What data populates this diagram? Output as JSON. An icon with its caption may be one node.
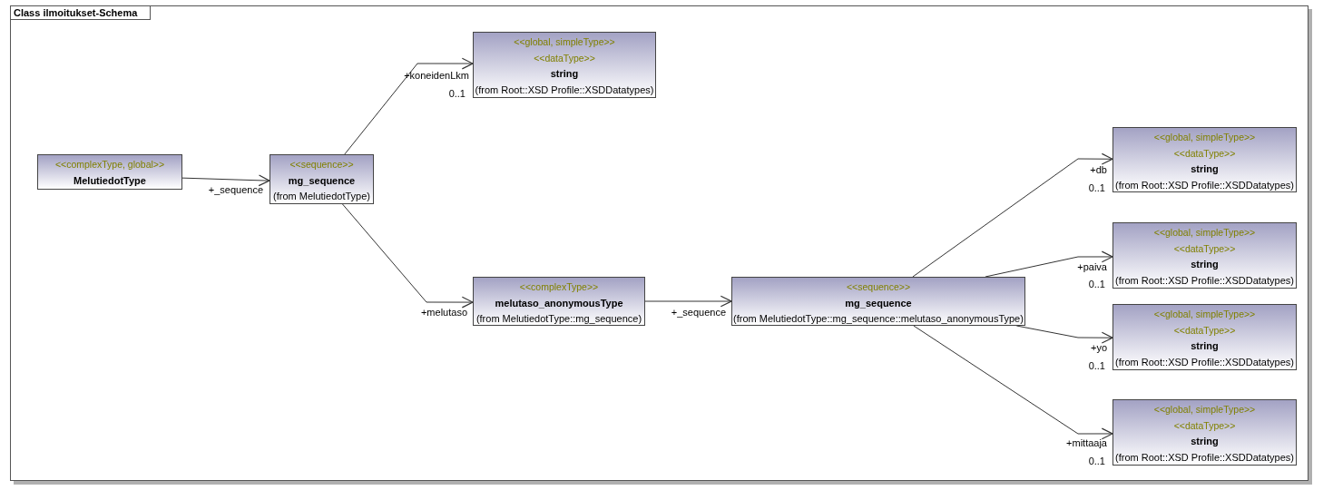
{
  "diagram": {
    "nodes": [
      {
        "text": [
          "Class ilmoitukset-Schema"
        ]
      },
      {
        "text": [
          "<<complexType, global>>",
          "MelutiedotType"
        ],
        "in": 0
      },
      {
        "text": [
          "<<sequence>>",
          "mg_sequence",
          "(from MelutiedotType)"
        ],
        "in": 0
      },
      {
        "text": [
          "<<global, simpleType>>",
          "<<dataType>>",
          "string",
          "(from Root::XSD Profile::XSDDatatypes)"
        ],
        "beside": [
          "0..1"
        ],
        "in": 0
      },
      {
        "text": [
          "<<complexType>>",
          "melutaso_anonymousType",
          "(from MelutiedotType::mg_sequence)"
        ],
        "in": 0
      },
      {
        "text": [
          "<<sequence>>",
          "mg_sequence",
          "(from MelutiedotType::mg_sequence::melutaso_anonymousType)"
        ],
        "in": 0
      },
      {
        "text": [
          "<<global, simpleType>>",
          "<<dataType>>",
          "string",
          "(from Root::XSD Profile::XSDDatatypes)"
        ],
        "beside": [
          "0..1"
        ],
        "in": 0
      },
      {
        "text": [
          "<<global, simpleType>>",
          "<<dataType>>",
          "string",
          "(from Root::XSD Profile::XSDDatatypes)"
        ],
        "beside": [
          "0..1"
        ],
        "in": 0
      },
      {
        "text": [
          "<<global, simpleType>>",
          "<<dataType>>",
          "string",
          "(from Root::XSD Profile::XSDDatatypes)"
        ],
        "beside": [
          "0..1"
        ],
        "in": 0
      },
      {
        "text": [
          "<<global, simpleType>>",
          "<<dataType>>",
          "string",
          "(from Root::XSD Profile::XSDDatatypes)"
        ],
        "beside": [
          "0..1"
        ],
        "in": 0
      }
    ],
    "edges": [
      {
        "from": 1,
        "to": 2,
        "arrow": "to",
        "label": "+_sequence"
      },
      {
        "from": 2,
        "to": 3,
        "arrow": "to",
        "label": "+koneidenLkm"
      },
      {
        "from": 2,
        "to": 4,
        "arrow": "to",
        "label": "+melutaso"
      },
      {
        "from": 4,
        "to": 5,
        "arrow": "to",
        "label": "+_sequence"
      },
      {
        "from": 5,
        "to": 6,
        "arrow": "to",
        "label": "+db"
      },
      {
        "from": 5,
        "to": 7,
        "arrow": "to",
        "label": "+paiva"
      },
      {
        "from": 5,
        "to": 8,
        "arrow": "to",
        "label": "+yo"
      },
      {
        "from": 5,
        "to": 9,
        "arrow": "to",
        "label": "+mittaaja"
      }
    ]
  }
}
